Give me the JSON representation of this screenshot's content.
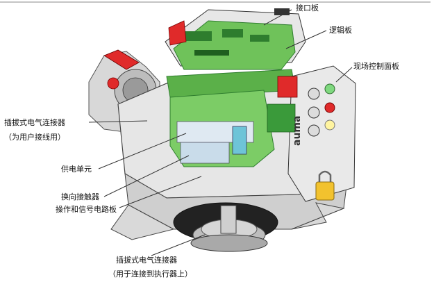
{
  "labels": {
    "port_board": "接口板",
    "logic_board": "逻辑板",
    "local_control_panel": "现场控制面板",
    "plug_connector_user": "插拔式电气连接器",
    "plug_connector_user_note": "（为用户接线用）",
    "power_supply": "供电单元",
    "reversing_contactor": "换向接触器",
    "signal_board": "操作和信号电路板",
    "plug_connector_actuator": "插拔式电气连接器",
    "plug_connector_actuator_note": "（用于连接到执行器上）"
  },
  "brand": {
    "logo_text": "auma"
  },
  "colors": {
    "housing": "#e6e6e6",
    "housing_shadow": "#b8b8b8",
    "pcb_green": "#6fc25a",
    "pcb_dark": "#2e7d2e",
    "red_part": "#e0202a",
    "leader": "#333333",
    "connector_yellow": "#f2c22e"
  }
}
